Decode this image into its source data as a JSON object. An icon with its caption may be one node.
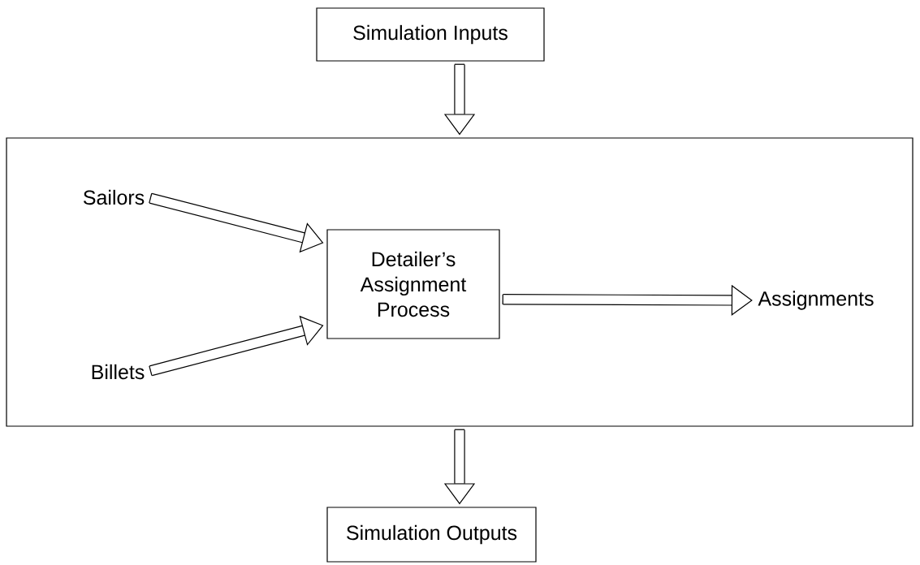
{
  "diagram": {
    "nodes": [
      {
        "text": [
          "Simulation Inputs"
        ]
      },
      {
        "text": [],
        "shape": "box"
      },
      {
        "text": [
          "Sailors"
        ],
        "in": 1
      },
      {
        "text": [
          "Detailer’s Assignment Process"
        ],
        "in": 1
      },
      {
        "text": [
          "Billets"
        ],
        "in": 1
      },
      {
        "text": [
          "Assignments"
        ],
        "in": 1
      },
      {
        "text": [
          "Simulation Outputs"
        ]
      }
    ],
    "edges": [
      {
        "from": 0,
        "to": 1,
        "arrow": "to"
      },
      {
        "from": 2,
        "to": 3,
        "arrow": "to"
      },
      {
        "from": 4,
        "to": 3,
        "arrow": "to"
      },
      {
        "from": 3,
        "to": 5,
        "arrow": "to"
      },
      {
        "from": 1,
        "to": 6,
        "arrow": "to"
      }
    ]
  }
}
